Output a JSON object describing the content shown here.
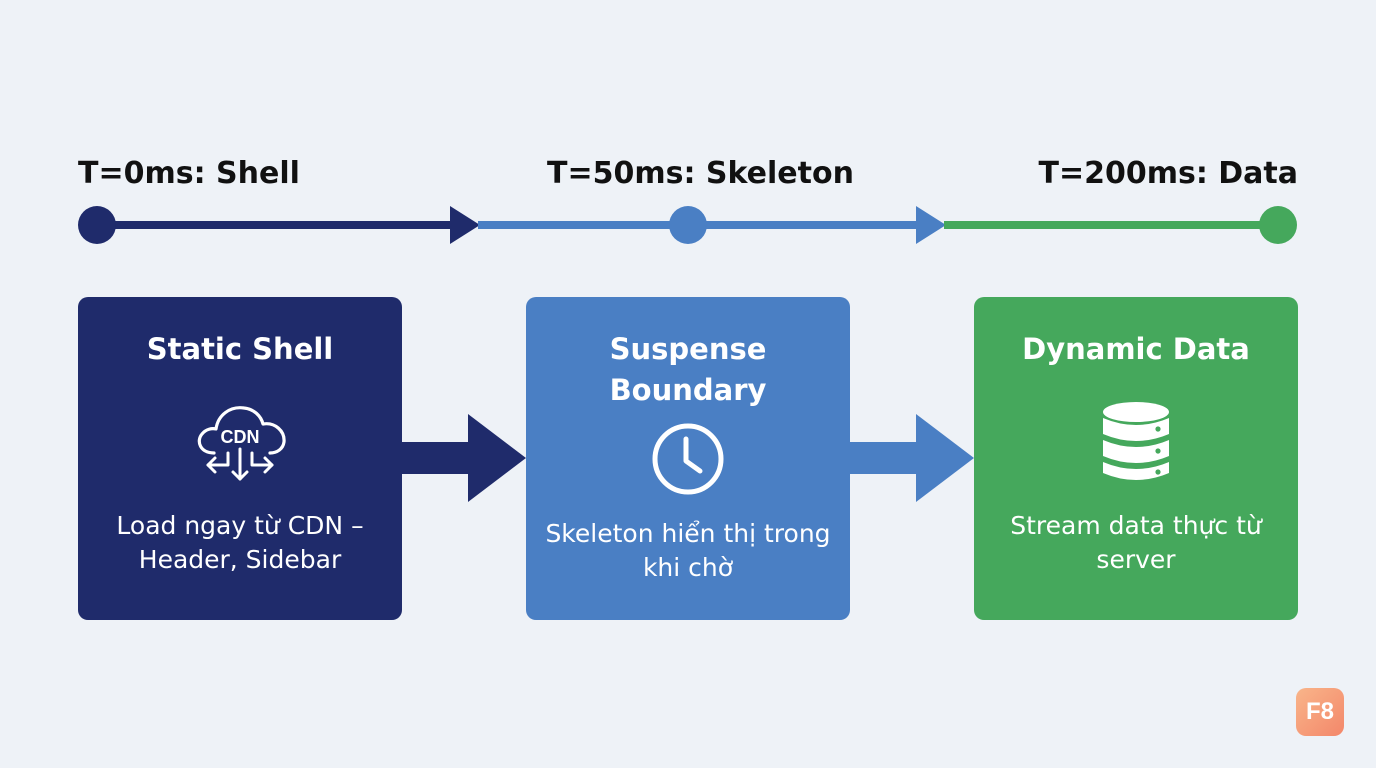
{
  "timeline": {
    "stage1": "T=0ms: Shell",
    "stage2": "T=50ms: Skeleton",
    "stage3": "T=200ms: Data",
    "colors": {
      "stage1": "#1f2b6b",
      "stage2": "#4a7fc4",
      "stage3": "#45a85c"
    }
  },
  "boxes": [
    {
      "title": "Static Shell",
      "icon": "cloud-cdn-icon",
      "icon_text": "CDN",
      "desc": "Load ngay từ CDN – Header, Sidebar"
    },
    {
      "title": "Suspense Boundary",
      "icon": "clock-icon",
      "desc": "Skeleton hiển thị trong khi chờ"
    },
    {
      "title": "Dynamic Data",
      "icon": "database-icon",
      "desc": "Stream data thực từ server"
    }
  ],
  "logo": {
    "text": "F8"
  }
}
